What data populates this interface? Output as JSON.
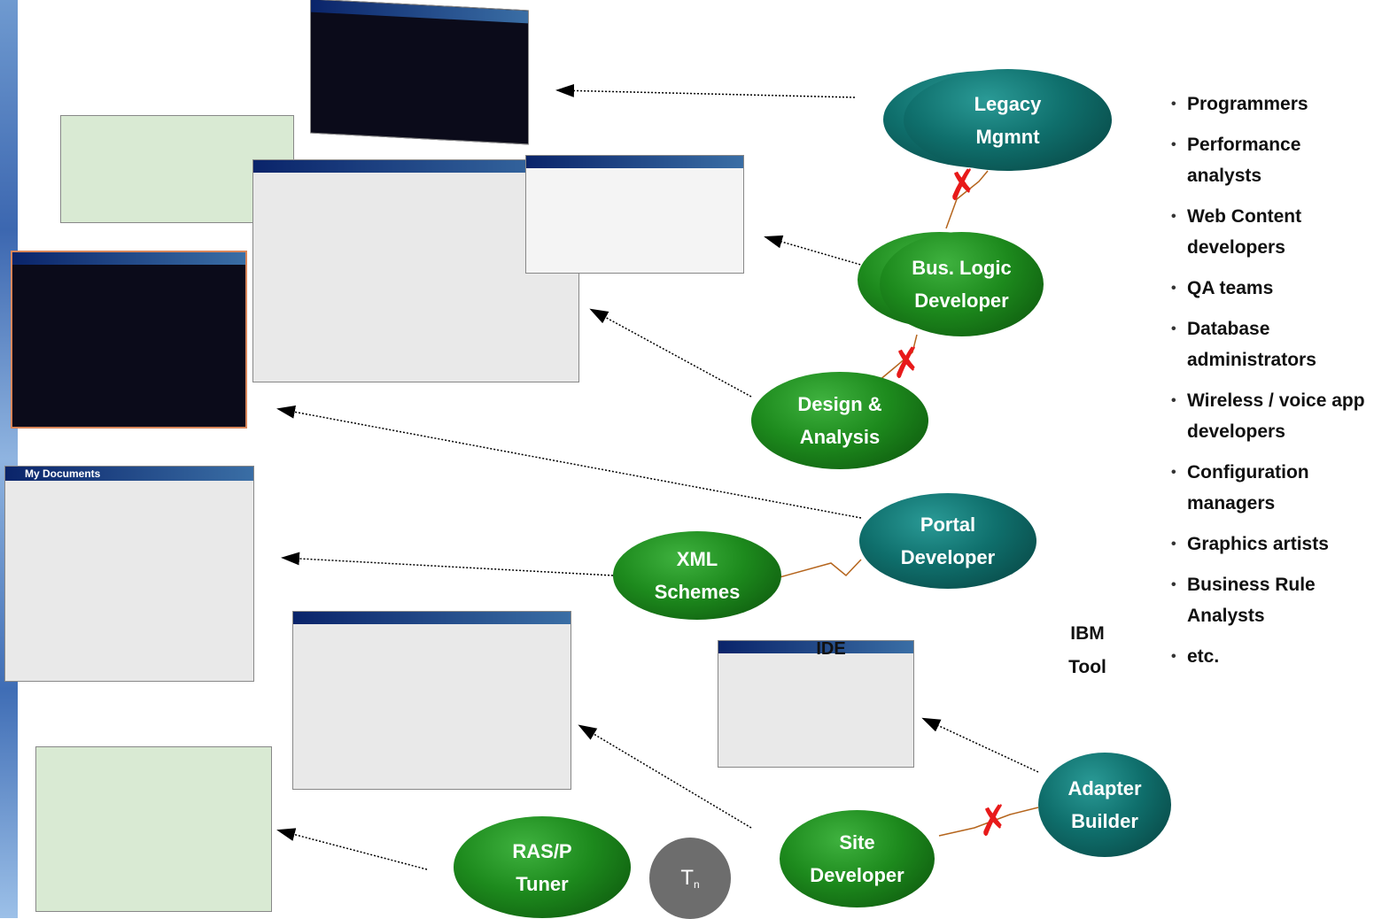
{
  "nodes": {
    "legacy": "Legacy\nMgmnt",
    "bus_logic": "Bus. Logic\nDeveloper",
    "design": "Design &\nAnalysis",
    "portal": "Portal\nDeveloper",
    "xml": "XML\nSchemes",
    "site": "Site\nDeveloper",
    "rasp": "RAS/P\nTuner",
    "adapter": "Adapter\nBuilder",
    "tn_main": "T",
    "tn_sub": "n"
  },
  "labels": {
    "ibm_tool": "IBM\nTool",
    "ide": "IDE"
  },
  "roles": [
    "Programmers",
    "Performance analysts",
    "Web Content developers",
    "QA teams",
    "Database administrators",
    "Wireless / voice app developers",
    "Configuration managers",
    "Graphics artists",
    "Business Rule Analysts",
    "etc."
  ],
  "screens": {
    "my_documents": "My Documents"
  },
  "colors": {
    "green_node": "#1d8a1d",
    "teal_node": "#0f6f6c",
    "connector": "#b5651d",
    "x_mark": "#e81a1a",
    "arrow": "#000000"
  }
}
